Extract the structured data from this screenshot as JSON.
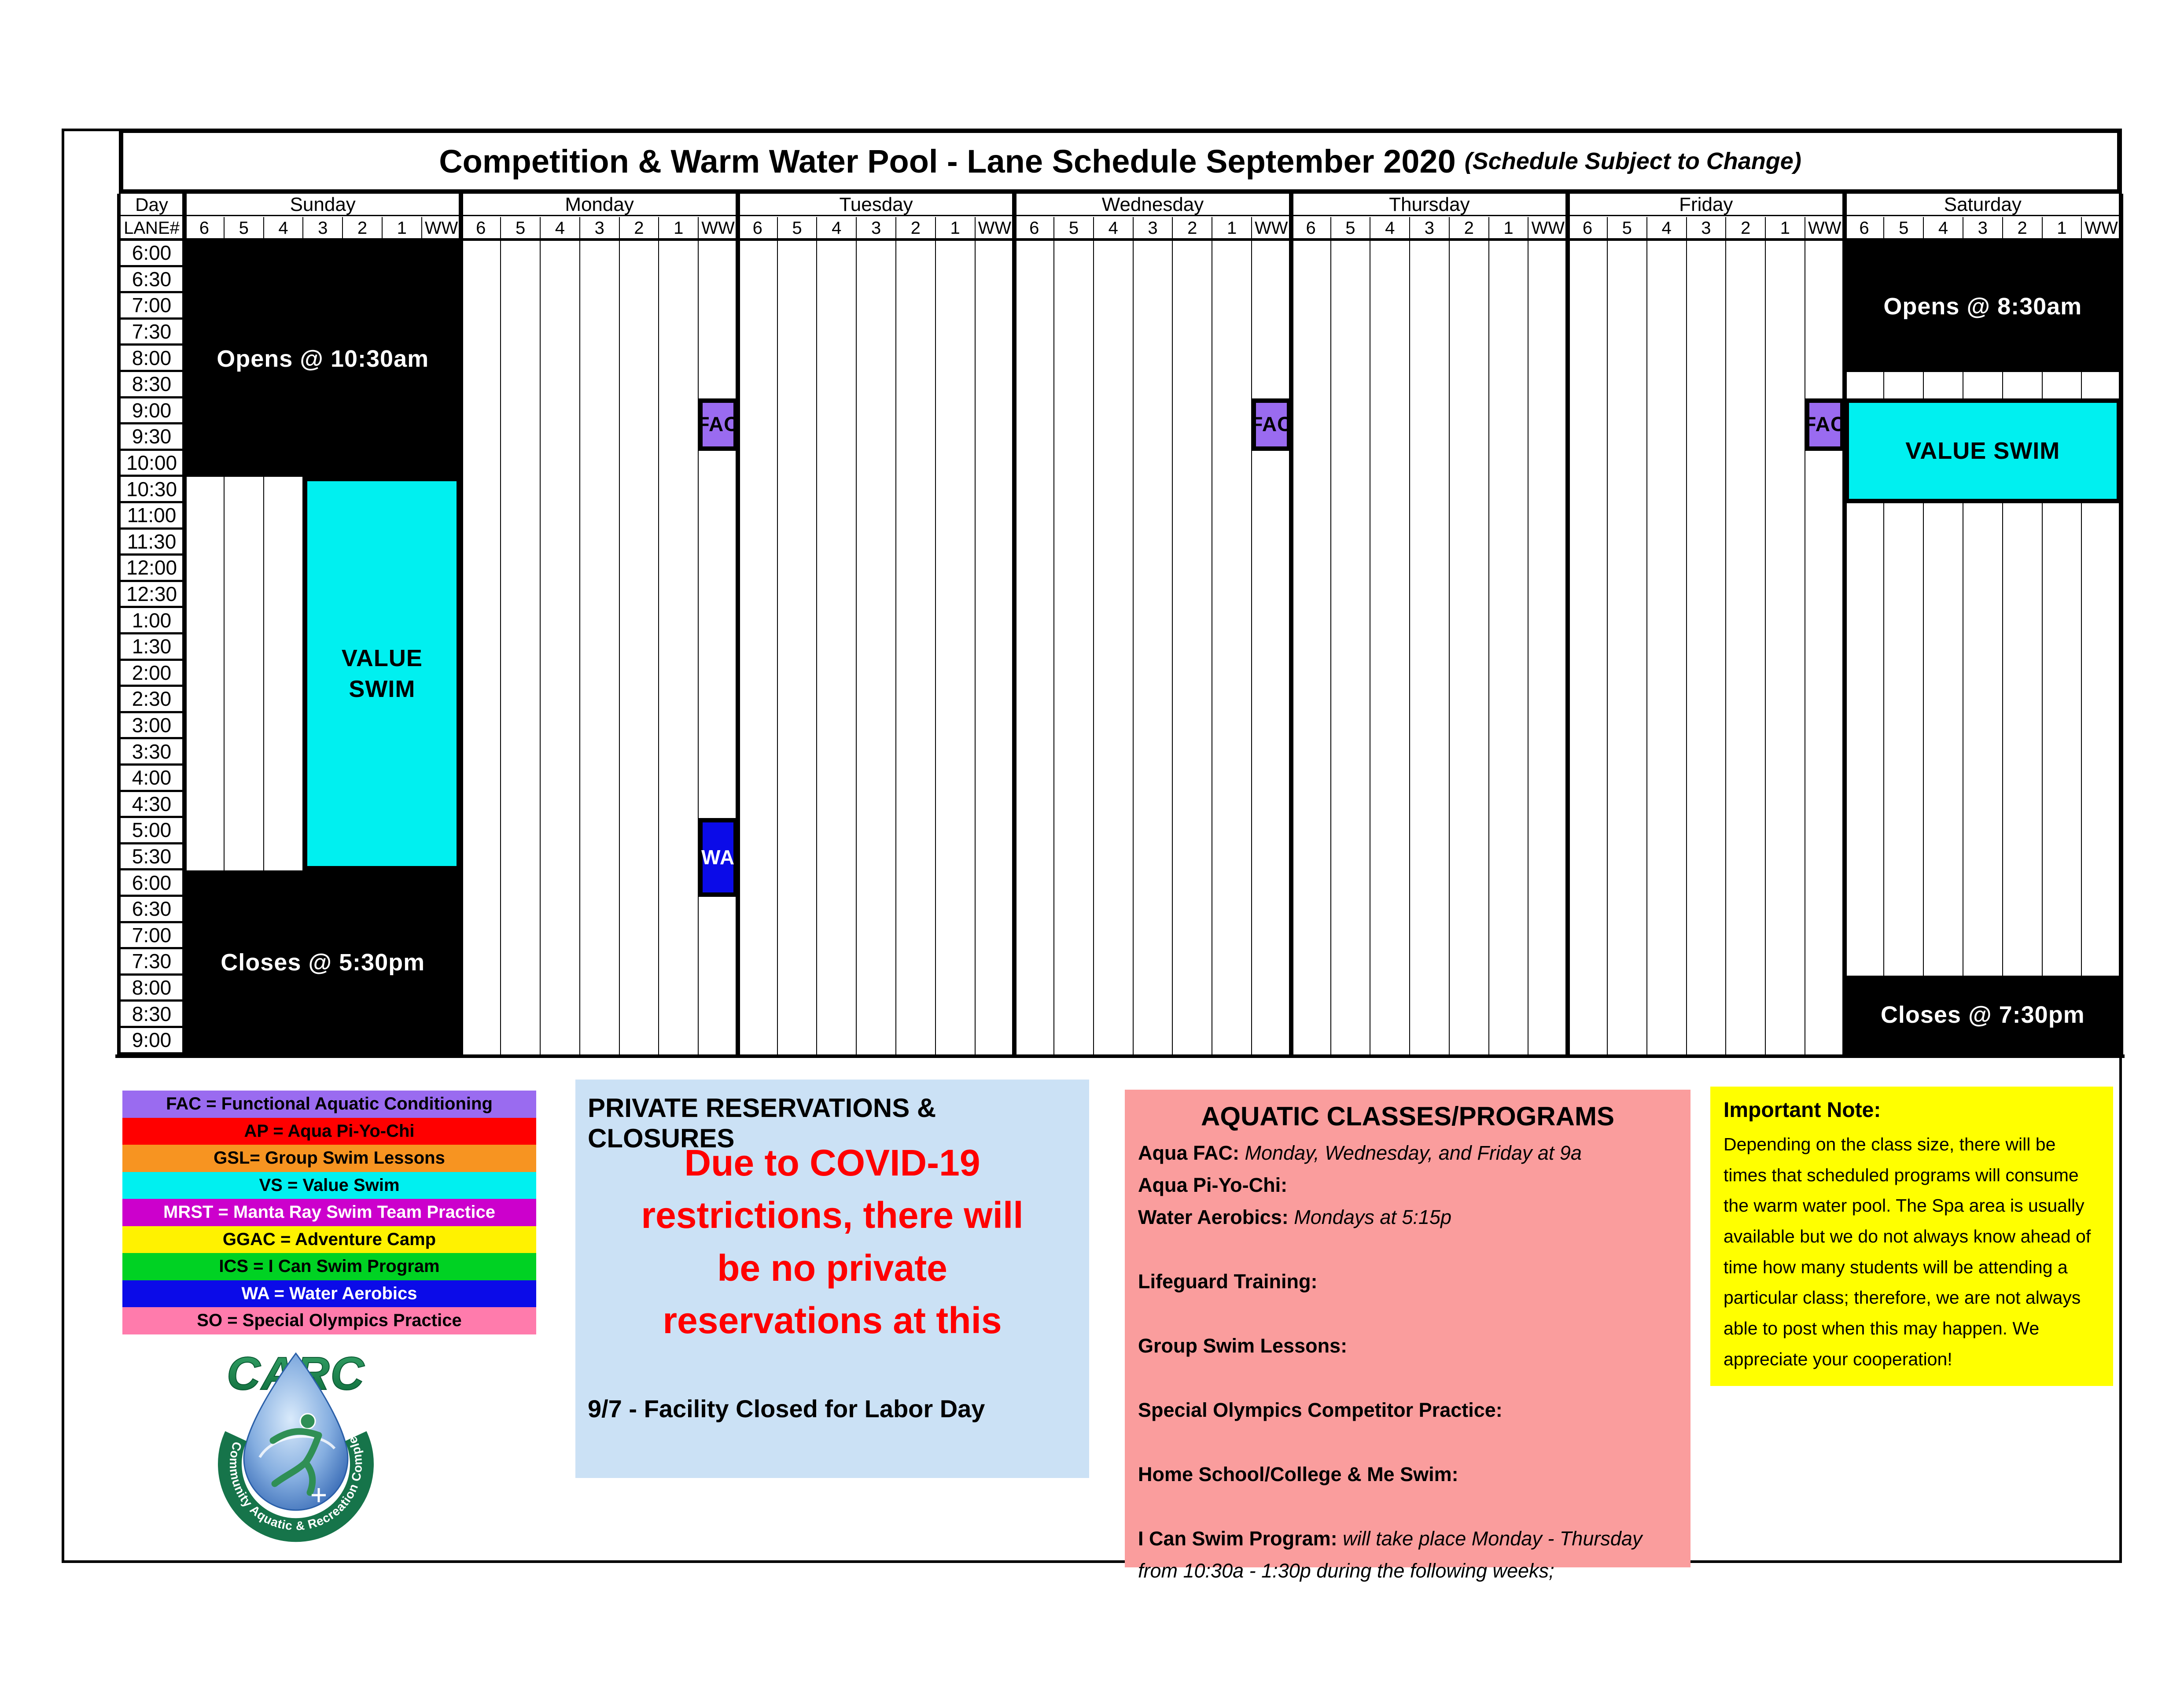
{
  "title": {
    "main": "Competition & Warm Water Pool - Lane Schedule September 2020",
    "note": "(Schedule Subject to Change)"
  },
  "schedule": {
    "corner_day_label": "Day",
    "corner_lane_label": "LANE#",
    "days": [
      "Sunday",
      "Monday",
      "Tuesday",
      "Wednesday",
      "Thursday",
      "Friday",
      "Saturday"
    ],
    "lanes": [
      "6",
      "5",
      "4",
      "3",
      "2",
      "1",
      "WW"
    ],
    "times": [
      "6:00",
      "6:30",
      "7:00",
      "7:30",
      "8:00",
      "8:30",
      "9:00",
      "9:30",
      "10:00",
      "10:30",
      "11:00",
      "11:30",
      "12:00",
      "12:30",
      "1:00",
      "1:30",
      "2:00",
      "2:30",
      "3:00",
      "3:30",
      "4:00",
      "4:30",
      "5:00",
      "5:30",
      "6:00",
      "6:30",
      "7:00",
      "7:30",
      "8:00",
      "8:30",
      "9:00"
    ],
    "blocks": [
      {
        "name": "sunday-closed-morning",
        "day": 0,
        "lane_start": 0,
        "lane_end": 6,
        "row_start": 0,
        "row_end": 8,
        "bg": "#000000",
        "fg": "#FFFFFF",
        "label": "Opens @ 10:30am",
        "bordered": false
      },
      {
        "name": "sunday-value-swim",
        "day": 0,
        "lane_start": 3,
        "lane_end": 6,
        "row_start": 9,
        "row_end": 23,
        "bg": "#00F0F0",
        "fg": "#000000",
        "label": "VALUE\nSWIM",
        "bordered": true
      },
      {
        "name": "sunday-closed-evening",
        "day": 0,
        "lane_start": 0,
        "lane_end": 6,
        "row_start": 24,
        "row_end": 30,
        "bg": "#000000",
        "fg": "#FFFFFF",
        "label": "Closes @ 5:30pm",
        "bordered": false
      },
      {
        "name": "monday-fac",
        "day": 1,
        "lane_start": 6,
        "lane_end": 6,
        "row_start": 6,
        "row_end": 7,
        "bg": "#9A6BF0",
        "fg": "#000000",
        "label": "FAC",
        "bordered": true
      },
      {
        "name": "monday-water-aerobics",
        "day": 1,
        "lane_start": 6,
        "lane_end": 6,
        "row_start": 22,
        "row_end": 24,
        "bg": "#0B0BE8",
        "fg": "#FFFFFF",
        "label": "WA",
        "bordered": true
      },
      {
        "name": "wednesday-fac",
        "day": 3,
        "lane_start": 6,
        "lane_end": 6,
        "row_start": 6,
        "row_end": 7,
        "bg": "#9A6BF0",
        "fg": "#000000",
        "label": "FAC",
        "bordered": true
      },
      {
        "name": "friday-fac",
        "day": 5,
        "lane_start": 6,
        "lane_end": 6,
        "row_start": 6,
        "row_end": 7,
        "bg": "#9A6BF0",
        "fg": "#000000",
        "label": "FAC",
        "bordered": true
      },
      {
        "name": "saturday-closed-morning",
        "day": 6,
        "lane_start": 0,
        "lane_end": 6,
        "row_start": 0,
        "row_end": 4,
        "bg": "#000000",
        "fg": "#FFFFFF",
        "label": "Opens @ 8:30am",
        "bordered": false
      },
      {
        "name": "saturday-value-swim",
        "day": 6,
        "lane_start": 0,
        "lane_end": 6,
        "row_start": 6,
        "row_end": 9,
        "bg": "#00F0F0",
        "fg": "#000000",
        "label": "VALUE SWIM",
        "bordered": true
      },
      {
        "name": "saturday-closed-evening",
        "day": 6,
        "lane_start": 0,
        "lane_end": 6,
        "row_start": 28,
        "row_end": 30,
        "bg": "#000000",
        "fg": "#FFFFFF",
        "label": "Closes @ 7:30pm",
        "bordered": false
      }
    ]
  },
  "legend": {
    "items": [
      {
        "label": "FAC = Functional Aquatic Conditioning",
        "color": "#9A6BF0",
        "text_color": "#000000"
      },
      {
        "label": "AP = Aqua Pi-Yo-Chi",
        "color": "#FF0000",
        "text_color": "#000000"
      },
      {
        "label": "GSL= Group Swim Lessons",
        "color": "#F79421",
        "text_color": "#000000"
      },
      {
        "label": "VS = Value Swim",
        "color": "#00F0F0",
        "text_color": "#000000"
      },
      {
        "label": "MRST = Manta Ray Swim Team Practice",
        "color": "#CC00CC",
        "text_color": "#FFFFFF"
      },
      {
        "label": "GGAC = Adventure Camp",
        "color": "#FFF200",
        "text_color": "#000000"
      },
      {
        "label": "ICS = I Can Swim Program",
        "color": "#00D223",
        "text_color": "#000000"
      },
      {
        "label": "WA = Water Aerobics",
        "color": "#0B0BE8",
        "text_color": "#FFFFFF"
      },
      {
        "label": "SO = Special Olympics Practice",
        "color": "#FF7BAC",
        "text_color": "#000000"
      }
    ]
  },
  "reservations_panel": {
    "bg": "#CBE1F5",
    "title": "PRIVATE RESERVATIONS & CLOSURES",
    "message_color": "#FF0000",
    "message_lines": [
      "Due to COVID-19",
      "restrictions, there will",
      "be no private",
      "reservations at this"
    ],
    "footer": "9/7 - Facility Closed for Labor Day"
  },
  "classes_panel": {
    "bg": "#FA9D9D",
    "title": "AQUATIC CLASSES/PROGRAMS",
    "items": [
      {
        "bold": "Aqua FAC:",
        "italic": "Monday, Wednesday, and Friday at 9a"
      },
      {
        "bold": "Aqua Pi-Yo-Chi:",
        "italic": ""
      },
      {
        "bold": "Water Aerobics:",
        "italic": "Mondays at 5:15p"
      },
      {
        "bold": "",
        "italic": ""
      },
      {
        "bold": "Lifeguard Training:",
        "italic": ""
      },
      {
        "bold": "",
        "italic": ""
      },
      {
        "bold": "Group Swim Lessons:",
        "italic": ""
      },
      {
        "bold": "",
        "italic": ""
      },
      {
        "bold": "Special Olympics Competitor Practice:",
        "italic": ""
      },
      {
        "bold": "",
        "italic": ""
      },
      {
        "bold": "Home School/College & Me Swim:",
        "italic": ""
      },
      {
        "bold": "",
        "italic": ""
      },
      {
        "bold": "I Can Swim Program:",
        "italic": "will take place Monday - Thursday"
      },
      {
        "bold": "",
        "italic": "from 10:30a - 1:30p during the following weeks;"
      }
    ]
  },
  "note_panel": {
    "bg": "#FFFF00",
    "title": "Important Note:",
    "text": "Depending on the class size, there will be times that scheduled programs will consume the warm water pool. The Spa area is usually available but we do not always know ahead of time how many students will be attending a particular class; therefore, we are not always able to post when this may happen. We appreciate your cooperation!"
  },
  "logo": {
    "acronym": "CARC",
    "ring_text": "Community Aquatic & Recreation Complex"
  }
}
